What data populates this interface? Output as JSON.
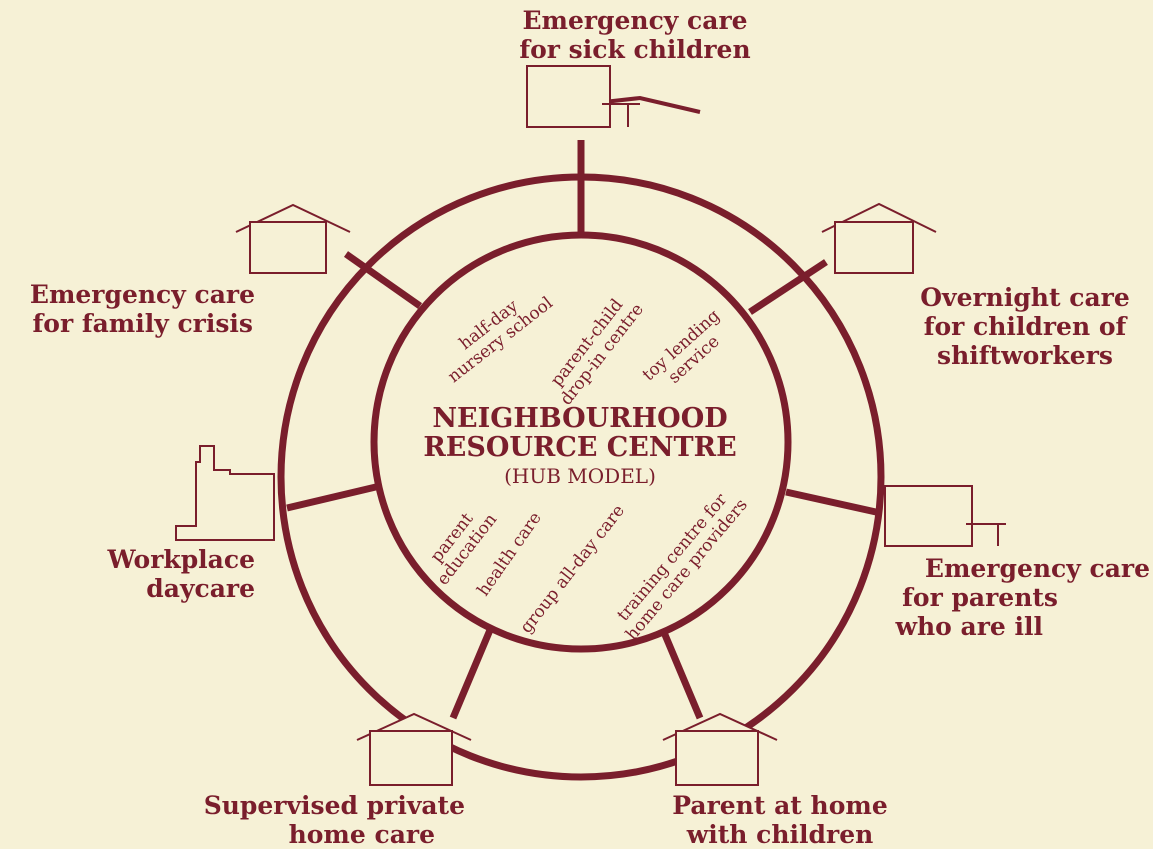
{
  "hub": {
    "title_line1": "NEIGHBOURHOOD",
    "title_line2": "RESOURCE CENTRE",
    "subtitle": "(HUB MODEL)"
  },
  "services": {
    "half_day": [
      "half-day",
      "nursery school"
    ],
    "drop_in": [
      "parent-child",
      "drop-in centre"
    ],
    "toy": [
      "toy lending",
      "service"
    ],
    "parent_edu": [
      "parent",
      "education"
    ],
    "health": [
      "health care"
    ],
    "group": [
      "group all-day care"
    ],
    "training": [
      "training centre for",
      "home care providers"
    ]
  },
  "options": {
    "sick_children": [
      "Emergency care",
      "for sick children"
    ],
    "overnight": [
      "Overnight care",
      "for children of",
      "shiftworkers"
    ],
    "parents_ill": [
      "Emergency care",
      "for parents",
      "who are ill"
    ],
    "parent_home": [
      "Parent at home",
      "with children"
    ],
    "private_home": [
      "Supervised private",
      "home care"
    ],
    "workplace": [
      "Workplace",
      "daycare"
    ],
    "family_crisis": [
      "Emergency care",
      "for family crisis"
    ]
  },
  "colors": {
    "ink": "#7a1e2c",
    "paper": "#f6f1d6"
  },
  "icons": [
    "house-icon",
    "building-icon",
    "factory-icon"
  ]
}
